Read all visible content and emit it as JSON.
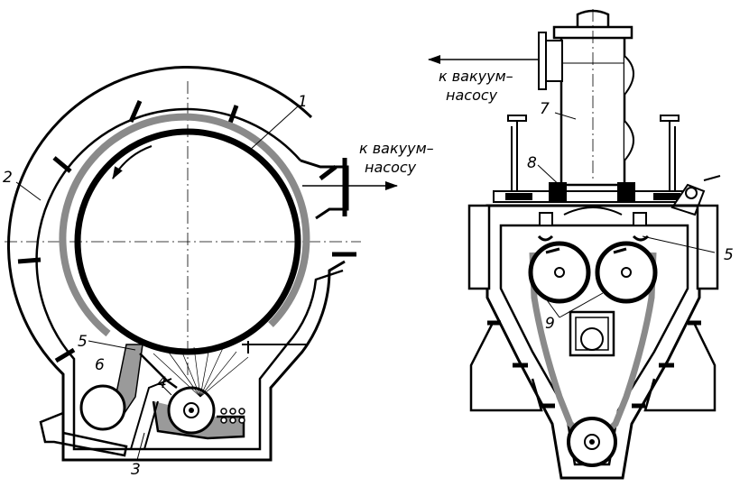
{
  "captions": {
    "left_vacuum_line1": "к вакуум–",
    "left_vacuum_line2": "насосу",
    "right_vacuum_line1": "к вакуум–",
    "right_vacuum_line2": "насосу"
  },
  "labels": {
    "n1": "1",
    "n2": "2",
    "n3": "3",
    "n4": "4",
    "n5_left": "5",
    "n6": "6",
    "n7": "7",
    "n8": "8",
    "n5_right": "5",
    "n9": "9"
  },
  "colors": {
    "ink": "#000000",
    "felt_gray": "#8a8a8a",
    "fill_gray": "#9a9a9a",
    "background": "#ffffff"
  }
}
